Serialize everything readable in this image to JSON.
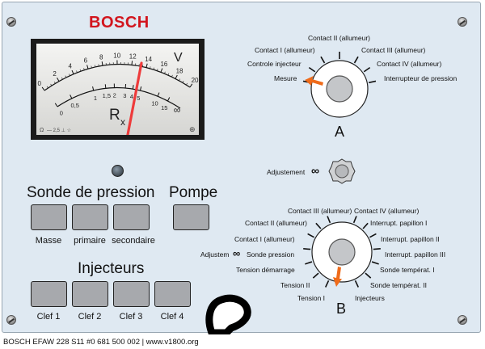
{
  "brand": "BOSCH",
  "meter": {
    "unit": "V",
    "top_scale": [
      "0",
      "2",
      "4",
      "6",
      "8",
      "10",
      "12",
      "14",
      "16",
      "18",
      "20"
    ],
    "bottom_scale": [
      "0",
      "0,5",
      "1",
      "1,5",
      "2",
      "3",
      "4",
      "5",
      "10",
      "15"
    ],
    "infinity": "∞",
    "rx_main": "R",
    "rx_sub": "x",
    "corner_left": "Ω",
    "corner_left_text": "— 2,5 ⊥ ☆",
    "corner_right": "⊕",
    "needle_color": "#ee3b3b"
  },
  "selector_a": {
    "letter": "A",
    "positions": [
      "Mesure",
      "Controle injecteur",
      "Contact I (allumeur)",
      "Contact II (allumeur)",
      "Contact III (allumeur)",
      "Contact IV (allumeur)",
      "Interrupteur de pression"
    ],
    "selected": "Mesure",
    "pointer_color": "#ef6b1a"
  },
  "adjust_knob": {
    "label": "Adjustement",
    "symbol": "∞"
  },
  "selector_b": {
    "letter": "B",
    "left_positions": [
      "Contact III (allumeur)",
      "Contact II (allumeur)",
      "Contact I (allumeur)",
      "Sonde pression",
      "Tension démarrage",
      "Tension II",
      "Tension I"
    ],
    "left_prefix": "Adjustem",
    "left_prefix_symbol": "∞",
    "right_positions": [
      "Contact IV (allumeur)",
      "Interrupt. papillon I",
      "Interrupt. papillon II",
      "Interrupt. papillon III",
      "Sonde températ. I",
      "Sonde températ. II",
      "Injecteurs"
    ],
    "selected": "Tension I",
    "pointer_color": "#ef6b1a"
  },
  "sonde": {
    "heading": "Sonde de pression",
    "buttons": [
      "Masse",
      "primaire",
      "secondaire"
    ]
  },
  "pompe": {
    "heading": "Pompe"
  },
  "injecteurs": {
    "heading": "Injecteurs",
    "buttons": [
      "Clef 1",
      "Clef 2",
      "Clef 3",
      "Clef  4"
    ]
  },
  "footer": "BOSCH EFAW 228 S11 #0 681 500 002 | www.v1800.org",
  "colors": {
    "panel": "#dfe9f2",
    "brand": "#d2161e",
    "button": "#a7a9ad"
  }
}
